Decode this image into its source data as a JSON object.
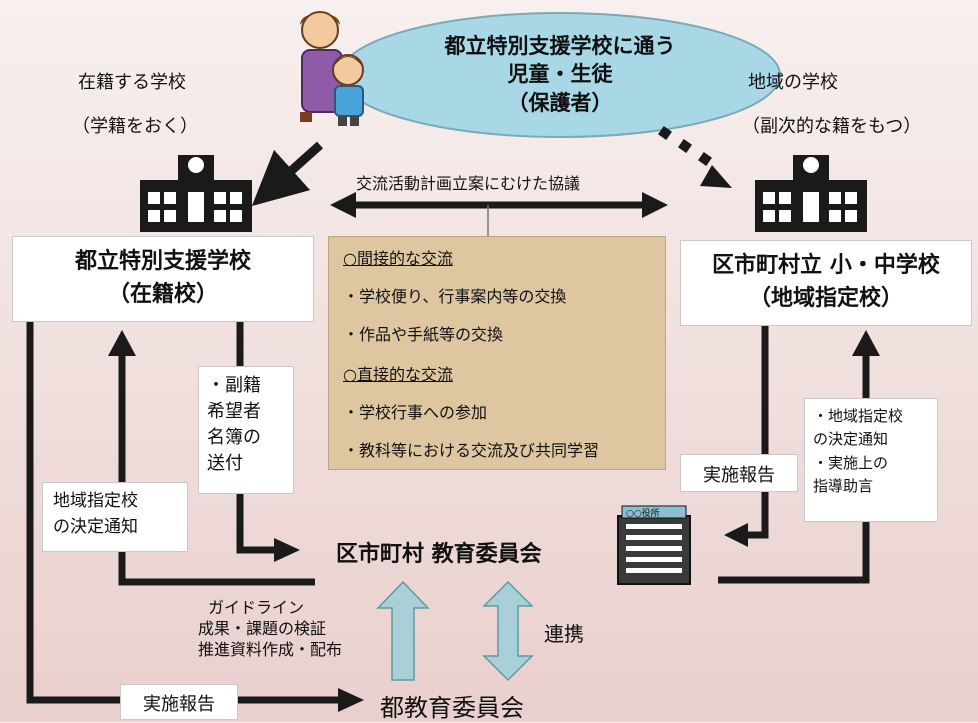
{
  "top_ellipse": {
    "line1": "都立特別支援学校に通う",
    "line2": "児童・生徒",
    "line3": "（保護者）"
  },
  "left_school": {
    "label1": "在籍する学校",
    "label2": "（学籍をおく）",
    "name1": "都立特別支援学校",
    "name2": "（在籍校）"
  },
  "right_school": {
    "label1": "地域の学校",
    "label2": "（副次的な籍をもつ）",
    "name1": "区市町村立 小・中学校",
    "name2": "（地域指定校）"
  },
  "consult_label": "交流活動計画立案にむけた協議",
  "activities": {
    "indirect_title": "○間接的な交流",
    "indirect_1": "・学校便り、行事案内等の交換",
    "indirect_2": "・作品や手紙等の交換",
    "direct_title": "○直接的な交流",
    "direct_1": "・学校行事への参加",
    "direct_2": "・教科等における交流及び共同学習"
  },
  "sub_register": {
    "l1": "・副籍",
    "l2": "希望者",
    "l3": "名簿の",
    "l4": "送付"
  },
  "left_notice": {
    "l1": "地域指定校",
    "l2": "の決定通知"
  },
  "right_notice": {
    "l1": "・地域指定校",
    "l2": "の決定通知",
    "l3": "・実施上の",
    "l4": "指導助言"
  },
  "impl_report_right": "実施報告",
  "impl_report_bottom": "実施報告",
  "municipal_board": "区市町村 教育委員会",
  "office_sign": "○○役所",
  "guideline": {
    "l1": "ガイドライン",
    "l2": "成果・課題の検証",
    "l3": "推進資料作成・配布"
  },
  "cooperation": "連携",
  "metro_board": "都教育委員会",
  "colors": {
    "ellipse": "#a8d8e6",
    "activity_box": "#ddc6a0",
    "arrow": "#1a1a1a",
    "double_arrow": "#a8d0d6"
  }
}
